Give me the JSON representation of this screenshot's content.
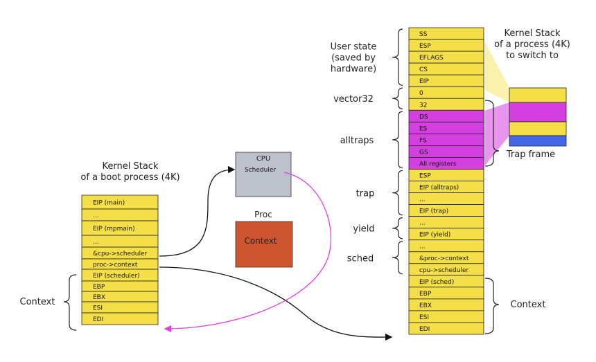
{
  "boot_stack": {
    "title_line1": "Kernel Stack",
    "title_line2": "of a boot process (4K)",
    "cells": [
      "EIP (main)",
      "...",
      "EIP (mpmain)",
      "...",
      "&cpu->scheduler",
      "proc->context",
      "EIP (scheduler)",
      "EBP",
      "EBX",
      "ESI",
      "EDI"
    ],
    "context_label": "Context"
  },
  "cpu_box": {
    "title": "CPU",
    "field": "Scheduler",
    "color": "#bcc1cc"
  },
  "proc_box": {
    "title": "Proc",
    "field": "Context",
    "color": "#cc5530"
  },
  "proc_stack": {
    "title_line1": "Kernel Stack",
    "title_line2": "of a process (4K)",
    "title_line3": "to switch to",
    "cells": [
      "SS",
      "ESP",
      "EFLAGS",
      "CS",
      "EIP",
      "0",
      "32",
      "DS",
      "ES",
      "FS",
      "GS",
      "All registers",
      "ESP",
      "EIP (alltraps)",
      "...",
      "EIP (trap)",
      "...",
      "EIP (yield)",
      "...",
      "&proc->context",
      "cpu->scheduler",
      "EIP (sched)",
      "EBP",
      "EBX",
      "ESI",
      "EDI"
    ],
    "purple_from": 7,
    "purple_to": 11,
    "groups": [
      {
        "lines": [
          "User state",
          "(saved by",
          "hardware)"
        ]
      },
      {
        "lines": [
          "vector32"
        ]
      },
      {
        "lines": [
          "alltraps"
        ]
      },
      {
        "lines": [
          "trap"
        ]
      },
      {
        "lines": [
          "yield"
        ]
      },
      {
        "lines": [
          "sched"
        ]
      }
    ],
    "trap_frame_label": "Trap frame",
    "context_label": "Context"
  },
  "colors": {
    "yellow": "#f4df49",
    "purple": "#d43fe0",
    "blue": "#4468e8",
    "arrow_magenta": "#e03ee6"
  }
}
